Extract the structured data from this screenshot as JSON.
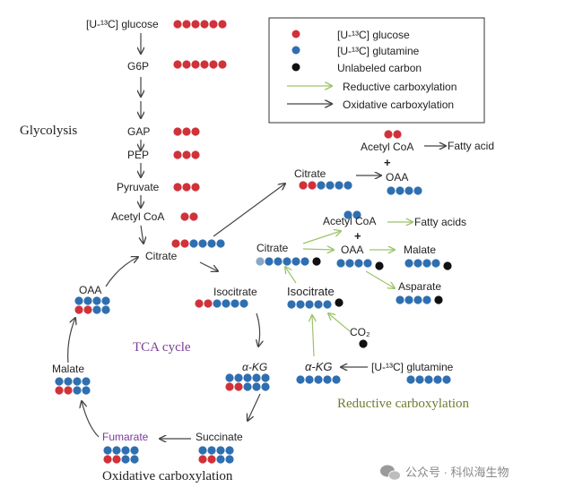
{
  "colors": {
    "red": "#d0323a",
    "blue": "#2f6fb0",
    "black": "#111111",
    "green_arrow": "#9bc46a",
    "dark_arrow": "#444444",
    "purple": "#7b3d96",
    "olive": "#6f7d2e"
  },
  "legend": {
    "glucose": "[U-¹³C] glucose",
    "glutamine": "[U-¹³C] glutamine",
    "unlabeled": "Unlabeled carbon",
    "reductive": "Reductive carboxylation",
    "oxidative": "Oxidative carboxylation"
  },
  "glycolysis": {
    "title": "Glycolysis",
    "glucose": "[U-¹³C] glucose",
    "g6p": "G6P",
    "gap": "GAP",
    "pep": "PEP",
    "pyruvate": "Pyruvate",
    "acetyl_coa": "Acetyl CoA"
  },
  "tca": {
    "title": "TCA cycle",
    "citrate": "Citrate",
    "isocitrate": "Isocitrate",
    "akg": "α-KG",
    "succinate": "Succinate",
    "fumarate": "Fumarate",
    "malate": "Malate",
    "oaa": "OAA",
    "oxidative_label": "Oxidative carboxylation"
  },
  "upper_right": {
    "citrate": "Citrate",
    "acetyl_coa": "Acetyl CoA",
    "plus": "+",
    "oaa": "OAA",
    "fatty_acid": "Fatty acid"
  },
  "reductive": {
    "acetyl_coa": "Acetyl CoA",
    "fatty_acids": "Fatty acids",
    "plus": "+",
    "citrate": "Citrate",
    "oaa": "OAA",
    "malate": "Malate",
    "asparate": "Asparate",
    "isocitrate": "Isocitrate",
    "co2": "CO₂",
    "akg": "α-KG",
    "glutamine": "[U-¹³C] glutamine",
    "label": "Reductive carboxylation"
  },
  "watermark": {
    "text": "公众号 · 科似海生物"
  }
}
